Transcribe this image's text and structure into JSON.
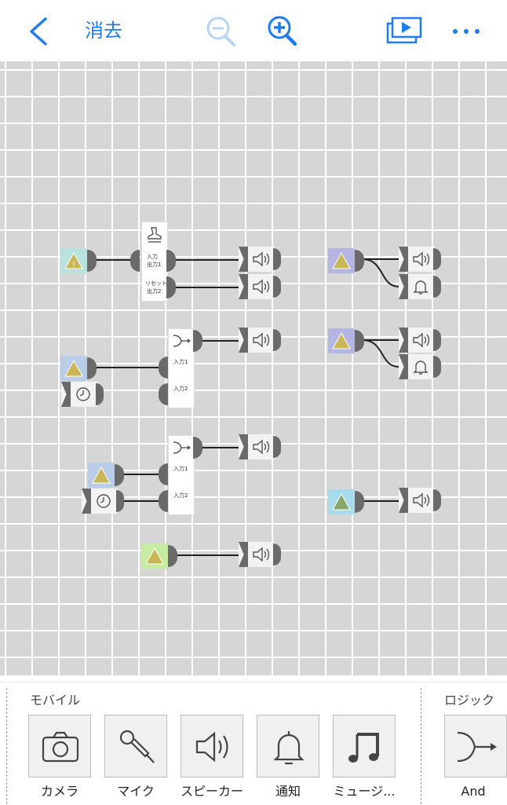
{
  "toolbar": {
    "clear_label": "消去"
  },
  "canvas": {
    "reset_label": "リセット",
    "input1_label": "入力",
    "input1_sub": "出力1",
    "output2_label": "出力2",
    "in1": "入力1",
    "in2": "入力2"
  },
  "palette": {
    "mobile_title": "モバイル",
    "logic_title": "ロジック",
    "items": [
      {
        "label": "カメラ",
        "icon": "camera-icon"
      },
      {
        "label": "マイク",
        "icon": "microphone-icon"
      },
      {
        "label": "スピーカー",
        "icon": "speaker-icon"
      },
      {
        "label": "通知",
        "icon": "bell-icon"
      },
      {
        "label": "ミュージ...",
        "icon": "music-note-icon"
      }
    ],
    "logic_items": [
      {
        "label": "And",
        "icon": "and-gate-icon"
      }
    ]
  },
  "colors": {
    "accent": "#1E7CF0",
    "sensor_teal": "#b8e3dc",
    "sensor_blue": "#b9cde8",
    "sensor_violet": "#b5b5e2",
    "sensor_cyan": "#a7dcec",
    "sensor_green": "#c6eca0"
  }
}
